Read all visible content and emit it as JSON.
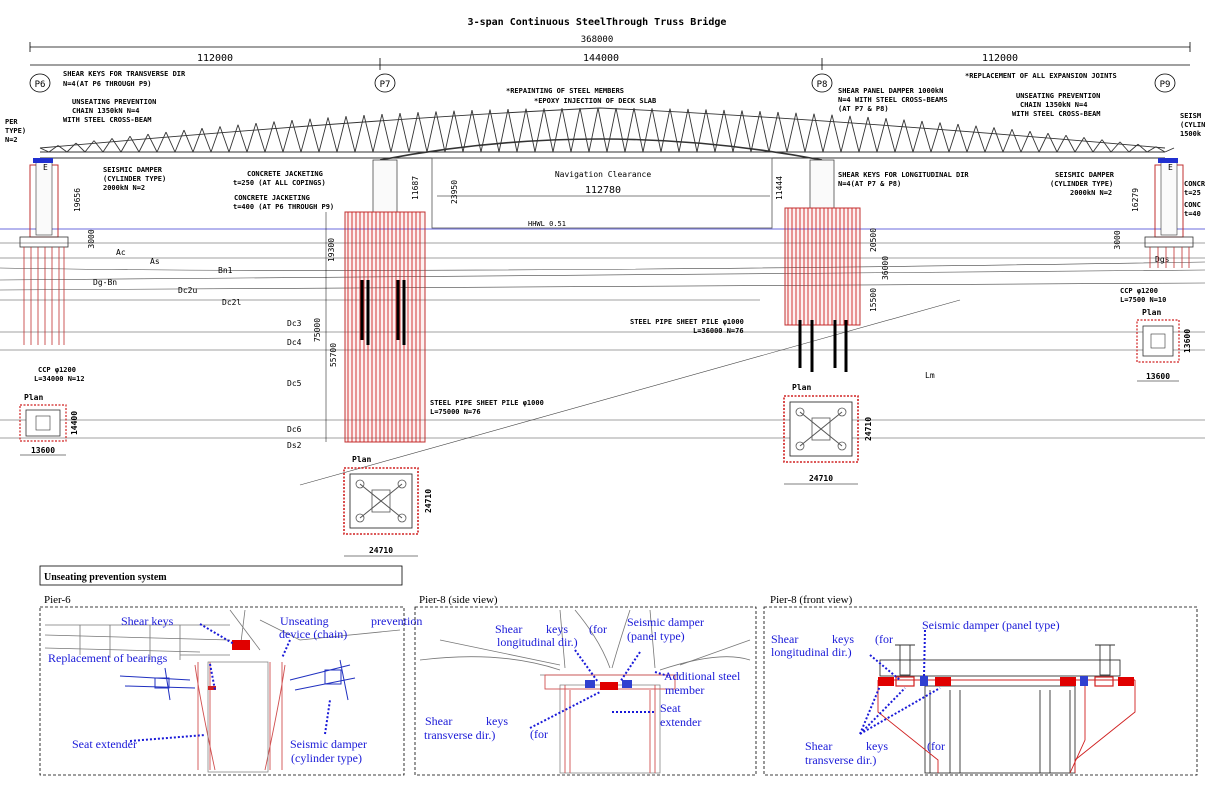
{
  "title": "3-span Continuous SteelThrough Truss Bridge",
  "dims": {
    "total": "368000",
    "span1": "112000",
    "span2": "144000",
    "span3": "112000",
    "nav_height": "23950",
    "nav_width": "112780",
    "p6_h": "19656",
    "p6_3000": "3000",
    "p7_h": "11687",
    "p7_19300": "19300",
    "p7_75000": "75000",
    "p7_55700": "55700",
    "p8_h": "11444",
    "p8_20500": "20500",
    "p8_36000": "36000",
    "p8_15500": "15500",
    "p9_h": "16279",
    "p9_3000": "3000",
    "plan_p6_h": "14400",
    "plan_p6_w": "13600",
    "plan_p7_w": "24710",
    "plan_p7_h": "24710",
    "plan_p8_w": "24710",
    "plan_p8_h": "24710",
    "plan_p9_w": "13600",
    "plan_p9_h": "13600"
  },
  "piers": [
    "P6",
    "P7",
    "P8",
    "P9"
  ],
  "plan_label": "Plan",
  "nav_clearance": "Navigation Clearance",
  "hwl": "HHWL 0.51",
  "soil_layers": [
    "Ac",
    "As",
    "Bn1",
    "Dg-Bn",
    "Dc2u",
    "Dc2l",
    "Dc3",
    "Dc4",
    "Dc5",
    "Dc6",
    "Ds2",
    "Lm",
    "Dgs"
  ],
  "notes": {
    "shear_keys_transverse": "SHEAR KEYS FOR TRANSVERSE DIR",
    "shear_keys_transverse_n": "N=4(AT P6 THROUGH P9)",
    "unseating_left_1": "UNSEATING PREVENTION",
    "unseating_left_2": "CHAIN 1350kN N=4",
    "unseating_left_3": "WITH STEEL CROSS-BEAM",
    "edge_left_1": "PER",
    "edge_left_2": "TYPE)",
    "edge_left_3": "N=2",
    "repainting": "*REPAINTING OF STEEL MEMBERS",
    "epoxy": "*EPOXY INJECTION OF DECK SLAB",
    "shear_panel_1": "SHEAR PANEL DAMPER 1000kN",
    "shear_panel_2": "N=4 WITH STEEL CROSS-BEAMS",
    "shear_panel_3": "(AT P7 & P8)",
    "replacement_joints": "*REPLACEMENT OF ALL EXPANSION JOINTS",
    "unseating_right_1": "UNSEATING PREVENTION",
    "unseating_right_2": "CHAIN 1350kN N=4",
    "unseating_right_3": "WITH STEEL CROSS-BEAM",
    "edge_right_1": "SEISM",
    "edge_right_2": "(CYLIN",
    "edge_right_3": "1500k",
    "seismic_left_1": "SEISMIC DAMPER",
    "seismic_left_2": "(CYLINDER TYPE)",
    "seismic_left_3": "2000kN N=2",
    "concrete_jacket_1a": "CONCRETE JACKETING",
    "concrete_jacket_1b": "t=250 (AT ALL COPINGS)",
    "concrete_jacket_2a": "CONCRETE JACKETING",
    "concrete_jacket_2b": "t=400 (AT P6 THROUGH P9)",
    "shear_keys_long_1": "SHEAR KEYS FOR LONGITUDINAL DIR",
    "shear_keys_long_2": "N=4(AT P7 & P8)",
    "seismic_right_1": "SEISMIC DAMPER",
    "seismic_right_2": "(CYLINDER TYPE)",
    "seismic_right_3": "2000kN N=2",
    "concrete_right_1": "CONCR",
    "concrete_right_2": "t=25",
    "concrete_right_3": "CONC",
    "concrete_right_4": "t=40",
    "ccp_left_1": "CCP φ1200",
    "ccp_left_2": "L=34000 N=12",
    "steel_pipe_p7_1": "STEEL PIPE SHEET PILE φ1000",
    "steel_pipe_p7_2": "L=75000 N=76",
    "steel_pipe_p8_1": "STEEL PIPE SHEET PILE φ1000",
    "steel_pipe_p8_2": "L=36000 N=76",
    "ccp_right_1": "CCP φ1200",
    "ccp_right_2": "L=7500 N=10"
  },
  "unseating_title": "Unseating prevention system",
  "detail_panels": [
    {
      "title": "Pier-6",
      "labels": {
        "shear_keys": "Shear keys",
        "unseating_1": "Unseating",
        "unseating_1b": "prevention",
        "unseating_2": "device (chain)",
        "replacement": "Replacement of bearings",
        "seat_extender": "Seat extender",
        "seismic_1": "Seismic damper",
        "seismic_2": "(cylinder type)"
      }
    },
    {
      "title": "Pier-8 (side view)",
      "labels": {
        "shear_long_1a": "Shear",
        "shear_long_1b": "keys",
        "shear_long_1c": "(for",
        "shear_long_2": "longitudinal dir.)",
        "seismic_1": "Seismic damper",
        "seismic_2": "(panel type)",
        "additional_1": "Additional steel",
        "additional_2": "member",
        "shear_trans_1a": "Shear",
        "shear_trans_1b": "keys",
        "shear_trans_1c": "(for",
        "shear_trans_2": "transverse dir.)",
        "seat_1": "Seat",
        "seat_2": "extender"
      }
    },
    {
      "title": "Pier-8 (front view)",
      "labels": {
        "shear_long_1a": "Shear",
        "shear_long_1b": "keys",
        "shear_long_1c": "(for",
        "shear_long_2": "longitudinal dir.)",
        "seismic": "Seismic damper (panel type)",
        "shear_trans_1a": "Shear",
        "shear_trans_1b": "keys",
        "shear_trans_1c": "(for",
        "shear_trans_2": "transverse dir.)"
      }
    }
  ]
}
